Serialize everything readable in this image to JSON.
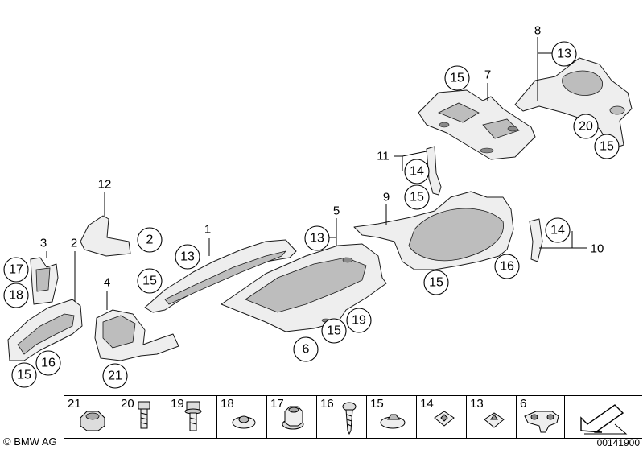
{
  "diagram": {
    "callouts": {
      "c15a": "15",
      "c7": "7",
      "c8": "8",
      "c13a": "13",
      "c20": "20",
      "c15b": "15",
      "c11": "11",
      "c14a": "14",
      "c15c": "15",
      "c9": "9",
      "c12": "12",
      "c2a": "2",
      "c1": "1",
      "c13b": "13",
      "c5": "5",
      "c13c": "13",
      "c14b": "14",
      "c10": "10",
      "c16a": "16",
      "c15d": "15",
      "c3": "3",
      "c2b": "2",
      "c17": "17",
      "c18": "18",
      "c4": "4",
      "c15e": "15",
      "c19": "19",
      "c15f": "15",
      "c6": "6",
      "c16b": "16",
      "c15g": "15",
      "c21": "21"
    }
  },
  "legend": {
    "items": [
      "21",
      "20",
      "19",
      "18",
      "17",
      "16",
      "15",
      "14",
      "13",
      "6"
    ]
  },
  "footer": {
    "copyright": "© BMW AG",
    "doc_number": "00141900"
  },
  "colors": {
    "line": "#000000",
    "part_fill": "#eeeeee",
    "part_shade": "#bdbdbd"
  }
}
